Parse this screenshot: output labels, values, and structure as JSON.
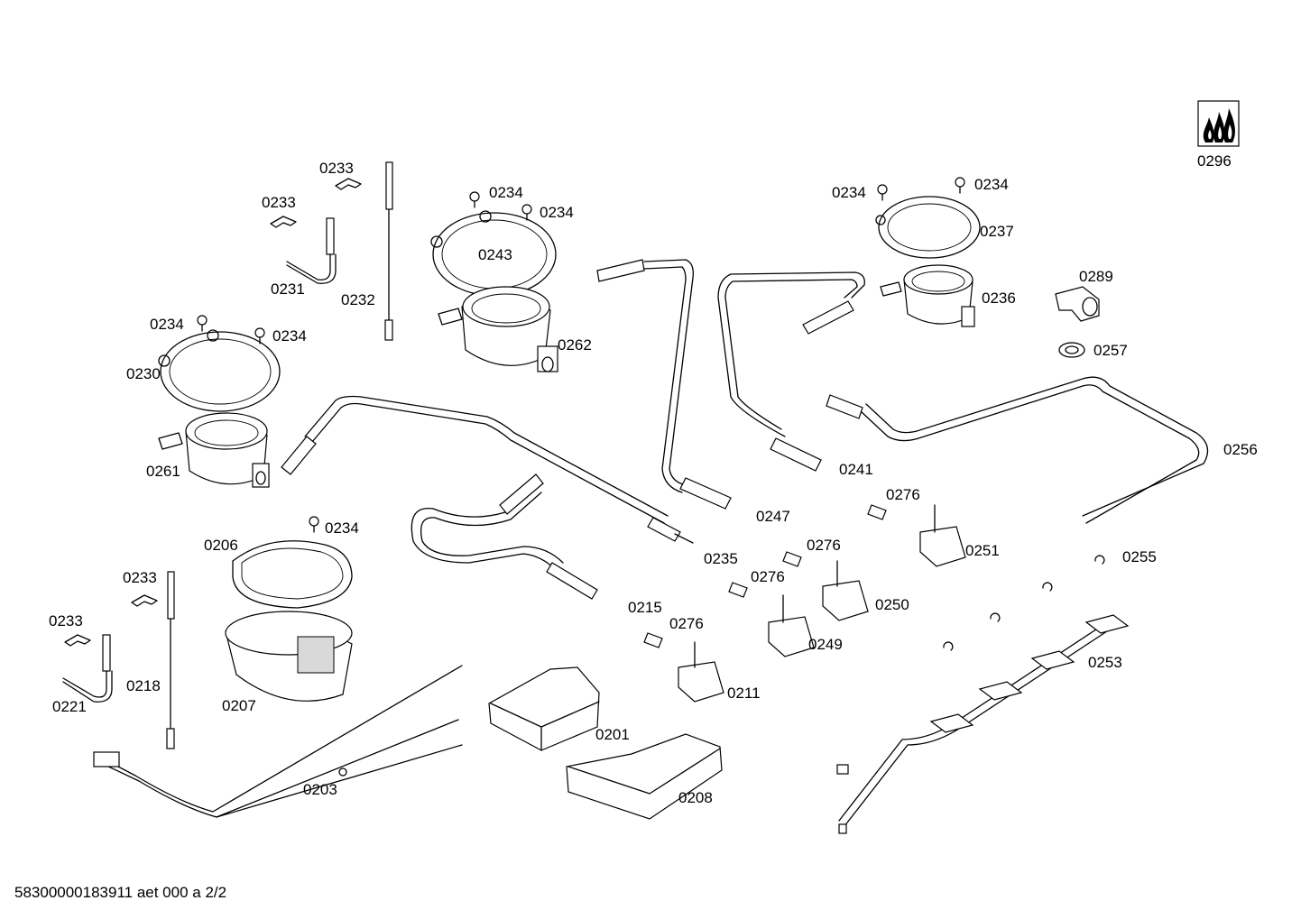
{
  "footer_code": "58300000183911 aet 000 a 2/2",
  "part_labels": {
    "p0296": "0296",
    "p0233a": "0233",
    "p0233b": "0233",
    "p0231": "0231",
    "p0232": "0232",
    "p0234a": "0234",
    "p0234b": "0234",
    "p0243": "0243",
    "p0262": "0262",
    "p0234c": "0234",
    "p0234d": "0234",
    "p0230": "0230",
    "p0261": "0261",
    "p0234e": "0234",
    "p0234f": "0234",
    "p0237": "0237",
    "p0236": "0236",
    "p0289": "0289",
    "p0257": "0257",
    "p0256": "0256",
    "p0241": "0241",
    "p0247": "0247",
    "p0276a": "0276",
    "p0251": "0251",
    "p0276b": "0276",
    "p0276c": "0276",
    "p0250": "0250",
    "p0255": "0255",
    "p0235": "0235",
    "p0215": "0215",
    "p0276d": "0276",
    "p0249": "0249",
    "p0253": "0253",
    "p0211": "0211",
    "p0234g": "0234",
    "p0206": "0206",
    "p0233c": "0233",
    "p0233d": "0233",
    "p0218": "0218",
    "p0221": "0221",
    "p0207": "0207",
    "p0201": "0201",
    "p0203": "0203",
    "p0208": "0208"
  },
  "icons": {
    "brand_mark": "three-flames-icon"
  }
}
